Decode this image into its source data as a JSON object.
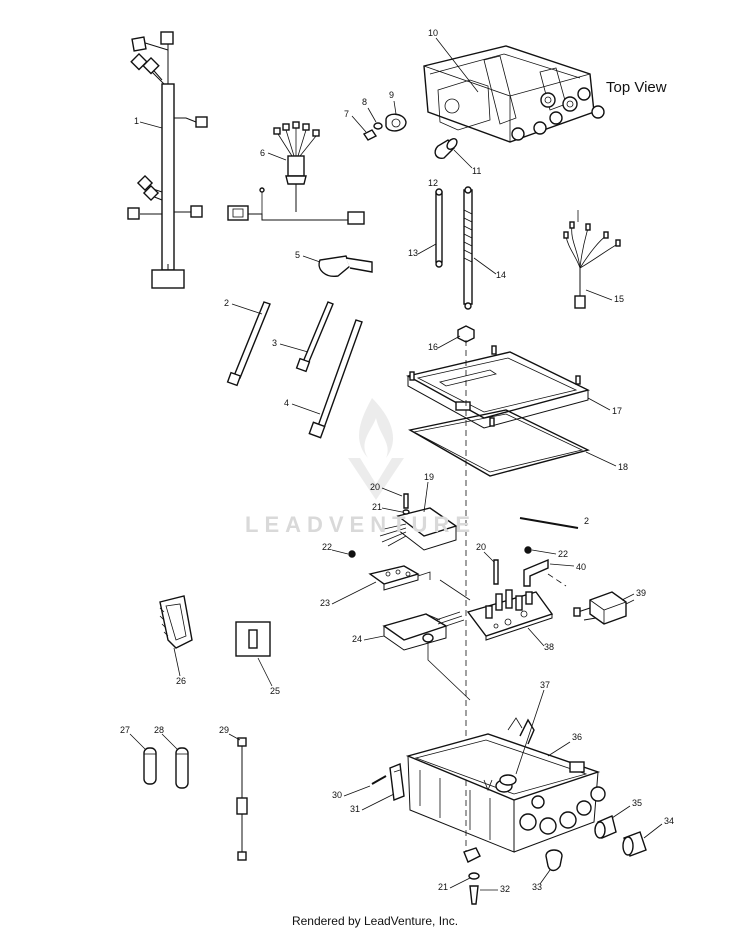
{
  "diagram": {
    "view_label": "Top View",
    "footer": "Rendered by LeadVenture, Inc.",
    "watermark": "LEADVENTURE",
    "callouts": [
      "1",
      "2",
      "3",
      "4",
      "5",
      "6",
      "7",
      "8",
      "9",
      "10",
      "11",
      "12",
      "13",
      "14",
      "15",
      "16",
      "17",
      "18",
      "19",
      "20",
      "21",
      "22",
      "23",
      "24",
      "25",
      "26",
      "27",
      "28",
      "29",
      "30",
      "31",
      "32",
      "33",
      "34",
      "35",
      "36",
      "37",
      "38",
      "39",
      "40",
      "2",
      "20",
      "21",
      "22"
    ],
    "colors": {
      "line": "#111111",
      "background": "#ffffff",
      "watermark": "#d9d9d9"
    }
  }
}
